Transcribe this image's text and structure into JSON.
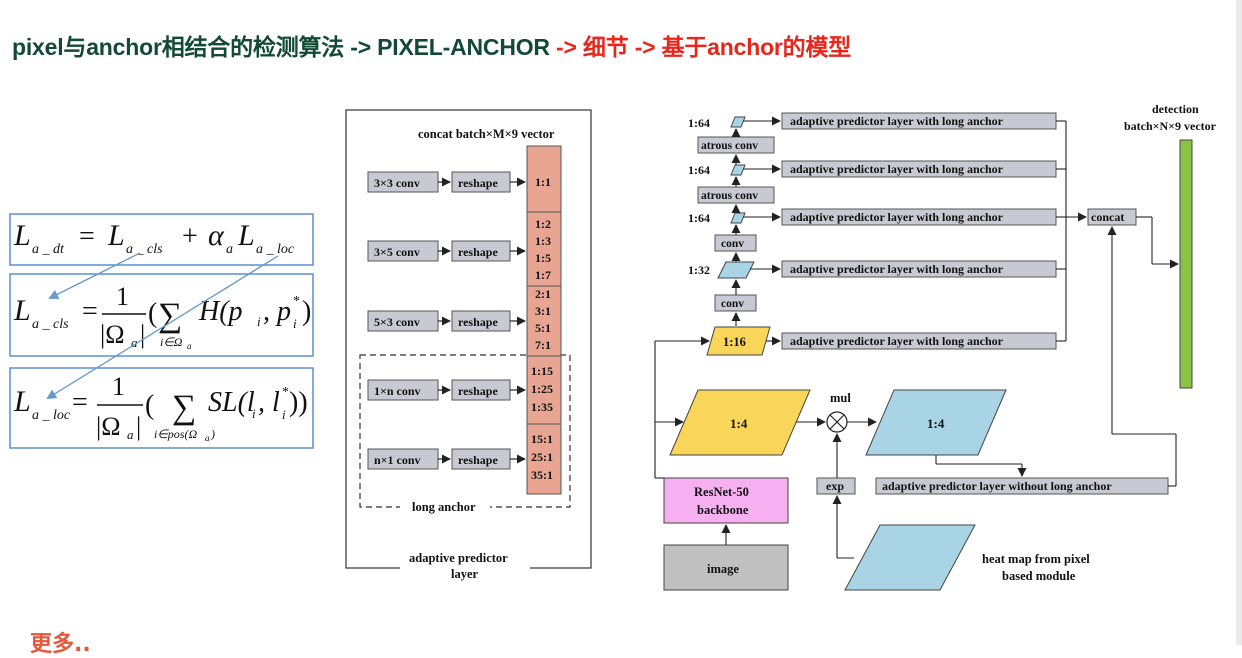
{
  "title": {
    "part1": "pixel与anchor相结合的检测算法  -> PIXEL-ANCHOR ",
    "part2": "-> 细节 -> 基于anchor的模型"
  },
  "formulas": {
    "f1": {
      "L": "L",
      "sub": "a _ dt",
      "eq": "=",
      "L2": "L",
      "sub2": "a _ cls",
      "plus": "+",
      "alpha": "α",
      "alpha_sub": "a",
      "L3": "L",
      "sub3": "a _ loc"
    },
    "f2": {
      "L": "L",
      "sub": "a _ cls",
      "eq": "=",
      "num": "1",
      "den": "|Ω",
      "den_sub": "a",
      "den_close": "|",
      "open": "(",
      "sum": "∑",
      "sum_sub": "i∈Ω",
      "sum_sub2": "a",
      "body": "H(p",
      "b_sub": "i",
      "comma": ", p",
      "star": "*",
      "b_sub2": "i",
      "close": ")"
    },
    "f3": {
      "L": "L",
      "sub": "a _ loc",
      "eq": "=",
      "num": "1",
      "den": "|Ω",
      "den_sub": "a",
      "den_close": "|",
      "open": "(",
      "sum": "∑",
      "sum_sub": "i∈pos(Ω",
      "sum_sub2": "a",
      "sum_sub3": ")",
      "body": "SL(l",
      "b_sub": "i",
      "comma": ", l",
      "star": "*",
      "b_sub2": "i",
      "close": "))"
    }
  },
  "predictor": {
    "concat_label": "concat batch×M×9 vector",
    "convs": [
      "3×3 conv",
      "3×5 conv",
      "5×3 conv",
      "1×n conv",
      "n×1 conv"
    ],
    "reshape": "reshape",
    "ratio_groups": [
      [
        "1:1"
      ],
      [
        "1:2",
        "1:3",
        "1:5",
        "1:7"
      ],
      [
        "2:1",
        "3:1",
        "5:1",
        "7:1"
      ],
      [
        "1:15",
        "1:25",
        "1:35"
      ],
      [
        "15:1",
        "25:1",
        "35:1"
      ]
    ],
    "long_anchor": "long anchor",
    "caption_l1": "adaptive predictor",
    "caption_l2": "layer"
  },
  "network": {
    "scales": [
      "1:64",
      "1:64",
      "1:64",
      "1:32"
    ],
    "ops": [
      "atrous conv",
      "atrous conv",
      "conv",
      "conv"
    ],
    "apl_long": "adaptive predictor layer with long anchor",
    "apl_no_long": "adaptive predictor layer without long anchor",
    "feat_16": "1:16",
    "feat_4a": "1:4",
    "feat_4b": "1:4",
    "mul": "mul",
    "exp": "exp",
    "concat": "concat",
    "detection_l1": "detection",
    "detection_l2": "batch×N×9 vector",
    "backbone_l1": "ResNet-50",
    "backbone_l2": "backbone",
    "image": "image",
    "heatmap_l1": "heat map from pixel",
    "heatmap_l2": "based module"
  },
  "footer_peek": "更多..",
  "colors": {
    "title_green": "#134a35",
    "title_red": "#e8261c",
    "salmon": "#e8a592",
    "gray_box": "#c9c9d3",
    "blue": "#a8d4e6",
    "yellow": "#f9d65a",
    "pink": "#f6b0f2",
    "green_bar": "#8bc443",
    "image_gray": "#c0c0c0",
    "formula_border": "#5b8fd0",
    "arrow_blue": "#6699cc"
  }
}
